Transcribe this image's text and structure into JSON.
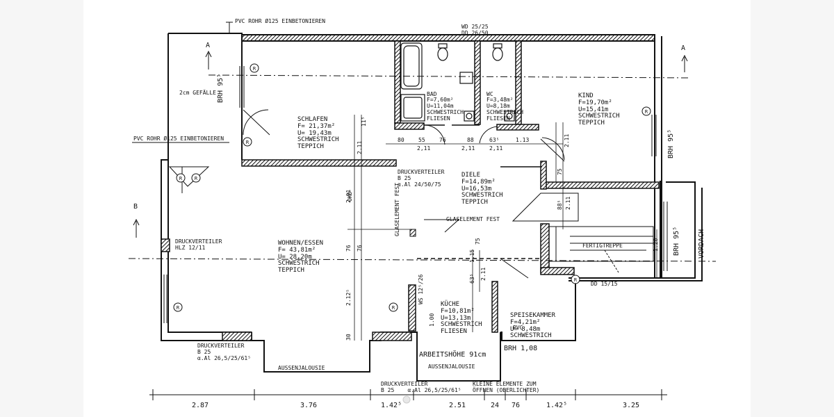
{
  "title": "",
  "annotations": {
    "pvc_top": "PVC ROHR Ø125 EINBETONIEREN",
    "pvc_left": "PVC ROHR Ø125 EINBETONIEREN",
    "gefalle": "2cm GEFÄLLE",
    "wd": "WD 25/25",
    "dd_top": "DD 26/50",
    "dd_right": "DD 15/15",
    "section_a": "A",
    "section_b": "B",
    "brh_left": "BRH 95⁵",
    "brh_right_top": "BRH 95⁵",
    "brh_right_bottom": "BRH 95⁵",
    "brh_bottom": "BRH 1,08",
    "vordach": "VORDACH",
    "fertigtreppe": "FERTIGTREPPE",
    "glaselement_fest": "GLASELEMENT FEST",
    "glaselement_fest_vert": "GLASELEMENT FEST",
    "druckverteiler_diele": "DRUCKVERTEILER\nB 25\nα.Al 24/50/75",
    "druckverteiler_left": "DRUCKVERTEILER\nHLZ 12/11",
    "druckverteiler_bottom_left": "DRUCKVERTEILER\nB 25\nα.Al 26,5/25/61⁵",
    "druckverteiler_bottom_mid": "DRUCKVERTEILER\nB 25    α.Al 26,5/25/61⁵",
    "kleine_elemente": "KLEINE ELEMENTE ZUM\nÖFFNEN (OBERLICHTER)",
    "aussenjalousie_left": "AUSSENJALOUSIE",
    "aussenjalousie_mid": "AUSSENJALOUSIE",
    "arbeitshoehe": "ARBEITSHÖHE 91cm",
    "ws": "WS 12⁵/26",
    "oko": "OKD",
    "pvc_small": "PVC"
  },
  "rooms": [
    {
      "key": "schlafen",
      "name": "SCHLAFEN",
      "area": "F= 21,37m²",
      "perimeter": "U= 19,43m",
      "floor1": "SCHWESTRICH",
      "floor2": "TEPPICH"
    },
    {
      "key": "bad",
      "name": "BAD",
      "area": "F=7,60m²",
      "perimeter": "U=11,04m",
      "floor1": "SCHWESTRICH",
      "floor2": "FLIESEN"
    },
    {
      "key": "wc",
      "name": "WC",
      "area": "F=3,48m²",
      "perimeter": "U=8,18m",
      "floor1": "SCHWESTRICH",
      "floor2": "FLIESEN"
    },
    {
      "key": "kind",
      "name": "KIND",
      "area": "F=19,70m²",
      "perimeter": "U=15,41m",
      "floor1": "SCHWESTRICH",
      "floor2": "TEPPICH"
    },
    {
      "key": "diele",
      "name": "DIELE",
      "area": "F=14,89m²",
      "perimeter": "U=16,53m",
      "floor1": "SCHWESTRICH",
      "floor2": "TEPPICH"
    },
    {
      "key": "wohnen",
      "name": "WOHNEN/ESSEN",
      "area": "F= 43,81m²",
      "perimeter": "U= 28,20m",
      "floor1": "SCHWESTRICH",
      "floor2": "TEPPICH"
    },
    {
      "key": "kueche",
      "name": "KÜCHE",
      "area": "F=10,81m²",
      "perimeter": "U=13,13m",
      "floor1": "SCHWESTRICH",
      "floor2": "FLIESEN"
    },
    {
      "key": "speisekammer",
      "name": "SPEISEKAMMER",
      "area": "F=4,21m²",
      "perimeter": "U= 8,48m",
      "floor1": "SCHWESTRICH",
      "floor2": ""
    }
  ],
  "bottom_dimensions": [
    "2.87",
    "3.76",
    "1.42⁵",
    "2.51",
    "24",
    "76",
    "1.42⁵",
    "3.25"
  ],
  "inner_dimensions": {
    "row1": [
      "80",
      "55",
      "76",
      "88",
      "63⁵",
      "1.13"
    ],
    "row2": [
      "2,11",
      "2,11",
      "2,11"
    ],
    "vert_left": [
      "2.01",
      "2.11",
      "76",
      "76",
      "2.12⁵",
      "30",
      "11⁵"
    ],
    "vert_mid": [
      "1.00",
      "63⁵",
      "1.15",
      "2.11",
      "75"
    ],
    "vert_right": [
      "2.11",
      "75",
      "88⁵",
      "2.11",
      "1.20"
    ]
  },
  "radiator_symbol": "R"
}
